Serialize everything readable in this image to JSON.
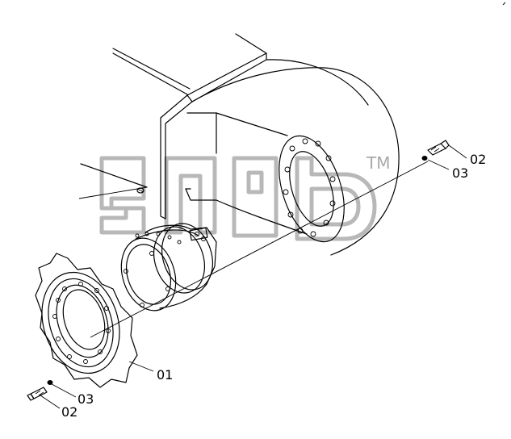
{
  "watermark": {
    "trademark": "TM"
  },
  "callouts": [
    {
      "id": "sprocket",
      "label": "01"
    },
    {
      "id": "bolt-top",
      "label": "02"
    },
    {
      "id": "washer-top",
      "label": "03"
    },
    {
      "id": "bolt-bottom",
      "label": "02"
    },
    {
      "id": "washer-bottom",
      "label": "03"
    }
  ]
}
